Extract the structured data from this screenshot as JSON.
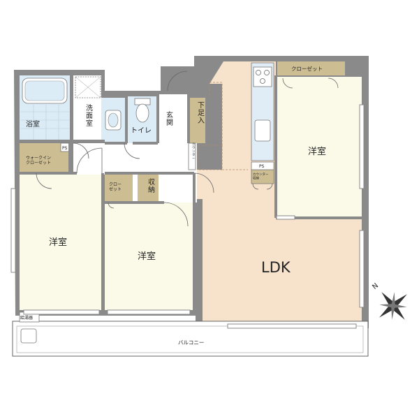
{
  "rooms": {
    "bath": "浴室",
    "washroom": "洗面室",
    "toilet": "トイレ",
    "entrance": "玄関",
    "shoe_storage": "下足入",
    "walk_in_closet": "ウォークイン\nクローゼット",
    "closet_mid": "クロー\nゼット",
    "storage": "収納",
    "western_left": "洋室",
    "western_mid": "洋室",
    "western_right": "洋室",
    "ldk": "LDK",
    "closet_top": "クローゼット",
    "ps_left": "PS",
    "ps_right": "PS",
    "counter_storage": "カウンター\n収納",
    "counter_vertical": "カウンター",
    "water_heater": "給湯器",
    "balcony": "バルコニー"
  },
  "compass": {
    "north_label": "N"
  },
  "colors": {
    "wall": "#8a8a8a",
    "ldk_floor": "#f7e2cc",
    "western_floor": "#fbf9e8",
    "wet_area": "#dcecf6",
    "closet_fill": "#cdbd92",
    "kitchen_fill": "#e1edf6"
  }
}
